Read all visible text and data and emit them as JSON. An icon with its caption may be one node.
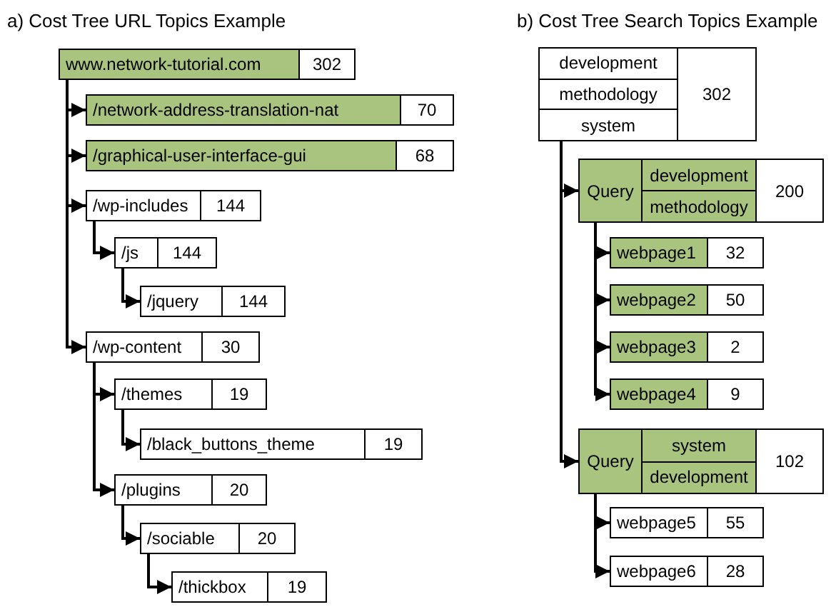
{
  "diagram": {
    "nodes": [
      {
        "text": [
          "www.network-tutorial.com",
          "302"
        ]
      },
      {
        "text": [
          "/network-address-translation-nat",
          "70"
        ]
      },
      {
        "text": [
          "/graphical-user-interface-gui",
          "68"
        ]
      },
      {
        "text": [
          "/wp-includes",
          "144"
        ]
      },
      {
        "text": [
          "/js",
          "144"
        ]
      },
      {
        "text": [
          "/jquery",
          "144"
        ]
      },
      {
        "text": [
          "/wp-content",
          "30"
        ]
      },
      {
        "text": [
          "/themes",
          "19"
        ]
      },
      {
        "text": [
          "/black_buttons_theme",
          "19"
        ]
      },
      {
        "text": [
          "/plugins",
          "20"
        ]
      },
      {
        "text": [
          "/sociable",
          "20"
        ]
      },
      {
        "text": [
          "/thickbox",
          "19"
        ]
      },
      {
        "text": [
          "development",
          "methodology",
          "system",
          "302"
        ]
      },
      {
        "text": [
          "Query",
          "development",
          "methodology",
          "200"
        ]
      },
      {
        "text": [
          "webpage1",
          "32"
        ]
      },
      {
        "text": [
          "webpage2",
          "50"
        ]
      },
      {
        "text": [
          "webpage3",
          "2"
        ]
      },
      {
        "text": [
          "webpage4",
          "9"
        ]
      },
      {
        "text": [
          "Query",
          "system",
          "development",
          "102"
        ]
      },
      {
        "text": [
          "webpage5",
          "55"
        ]
      },
      {
        "text": [
          "webpage6",
          "28"
        ]
      }
    ],
    "edges": [
      {
        "from": 0,
        "to": 1,
        "arrow": "to"
      },
      {
        "from": 0,
        "to": 2,
        "arrow": "to"
      },
      {
        "from": 0,
        "to": 3,
        "arrow": "to"
      },
      {
        "from": 3,
        "to": 4,
        "arrow": "to"
      },
      {
        "from": 4,
        "to": 5,
        "arrow": "to"
      },
      {
        "from": 0,
        "to": 6,
        "arrow": "to"
      },
      {
        "from": 6,
        "to": 7,
        "arrow": "to"
      },
      {
        "from": 7,
        "to": 8,
        "arrow": "to"
      },
      {
        "from": 6,
        "to": 9,
        "arrow": "to"
      },
      {
        "from": 9,
        "to": 10,
        "arrow": "to"
      },
      {
        "from": 10,
        "to": 11,
        "arrow": "to"
      },
      {
        "from": 12,
        "to": 13,
        "arrow": "to"
      },
      {
        "from": 13,
        "to": 14,
        "arrow": "to"
      },
      {
        "from": 13,
        "to": 15,
        "arrow": "to"
      },
      {
        "from": 13,
        "to": 16,
        "arrow": "to"
      },
      {
        "from": 13,
        "to": 17,
        "arrow": "to"
      },
      {
        "from": 12,
        "to": 18,
        "arrow": "to"
      },
      {
        "from": 18,
        "to": 19,
        "arrow": "to"
      },
      {
        "from": 18,
        "to": 20,
        "arrow": "to"
      }
    ],
    "labels": [
      "a) Cost Tree URL Topics Example",
      "b) Cost Tree Search Topics Example"
    ]
  }
}
